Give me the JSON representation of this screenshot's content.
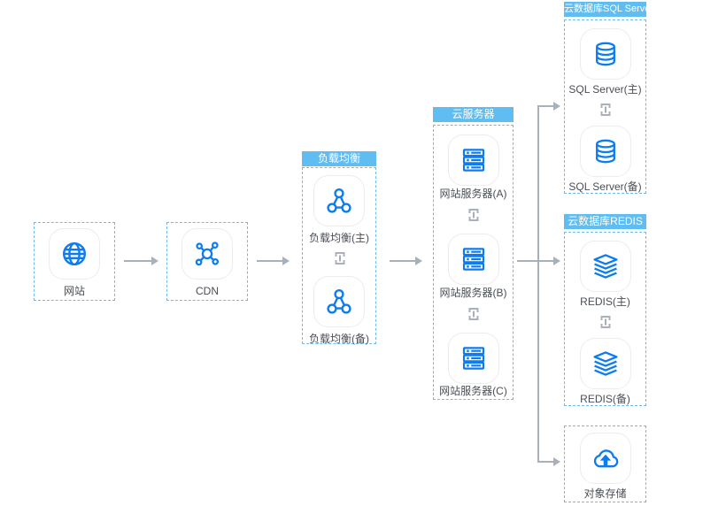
{
  "colors": {
    "icon_blue": "#0C7CF0",
    "banner_blue": "#60BDF2",
    "dash_blue": "#6FB9F2",
    "arrow_gray": "#A8B0BC",
    "label_gray": "#4A4E55",
    "card_border": "#ECECEC"
  },
  "nodes": {
    "website": {
      "label": "网站",
      "icon": "globe-icon"
    },
    "cdn": {
      "label": "CDN",
      "icon": "network-hub-icon"
    },
    "object_storage": {
      "label": "对象存储",
      "icon": "cloud-upload-icon"
    }
  },
  "groups": {
    "load_balancer": {
      "title": "负载均衡",
      "items": [
        {
          "label": "负载均衡(主)",
          "icon": "load-balancer-icon"
        },
        {
          "label": "负载均衡(备)",
          "icon": "load-balancer-icon"
        }
      ]
    },
    "cloud_server": {
      "title": "云服务器",
      "items": [
        {
          "label": "网站服务器(A)",
          "icon": "server-icon"
        },
        {
          "label": "网站服务器(B)",
          "icon": "server-icon"
        },
        {
          "label": "网站服务器(C)",
          "icon": "server-icon"
        }
      ]
    },
    "sql_server": {
      "title": "云数据库SQL Server",
      "items": [
        {
          "label": "SQL Server(主)",
          "icon": "database-icon"
        },
        {
          "label": "SQL Server(备)",
          "icon": "database-icon"
        }
      ]
    },
    "redis": {
      "title": "云数据库REDIS",
      "items": [
        {
          "label": "REDIS(主)",
          "icon": "redis-stack-icon"
        },
        {
          "label": "REDIS(备)",
          "icon": "redis-stack-icon"
        }
      ]
    }
  }
}
